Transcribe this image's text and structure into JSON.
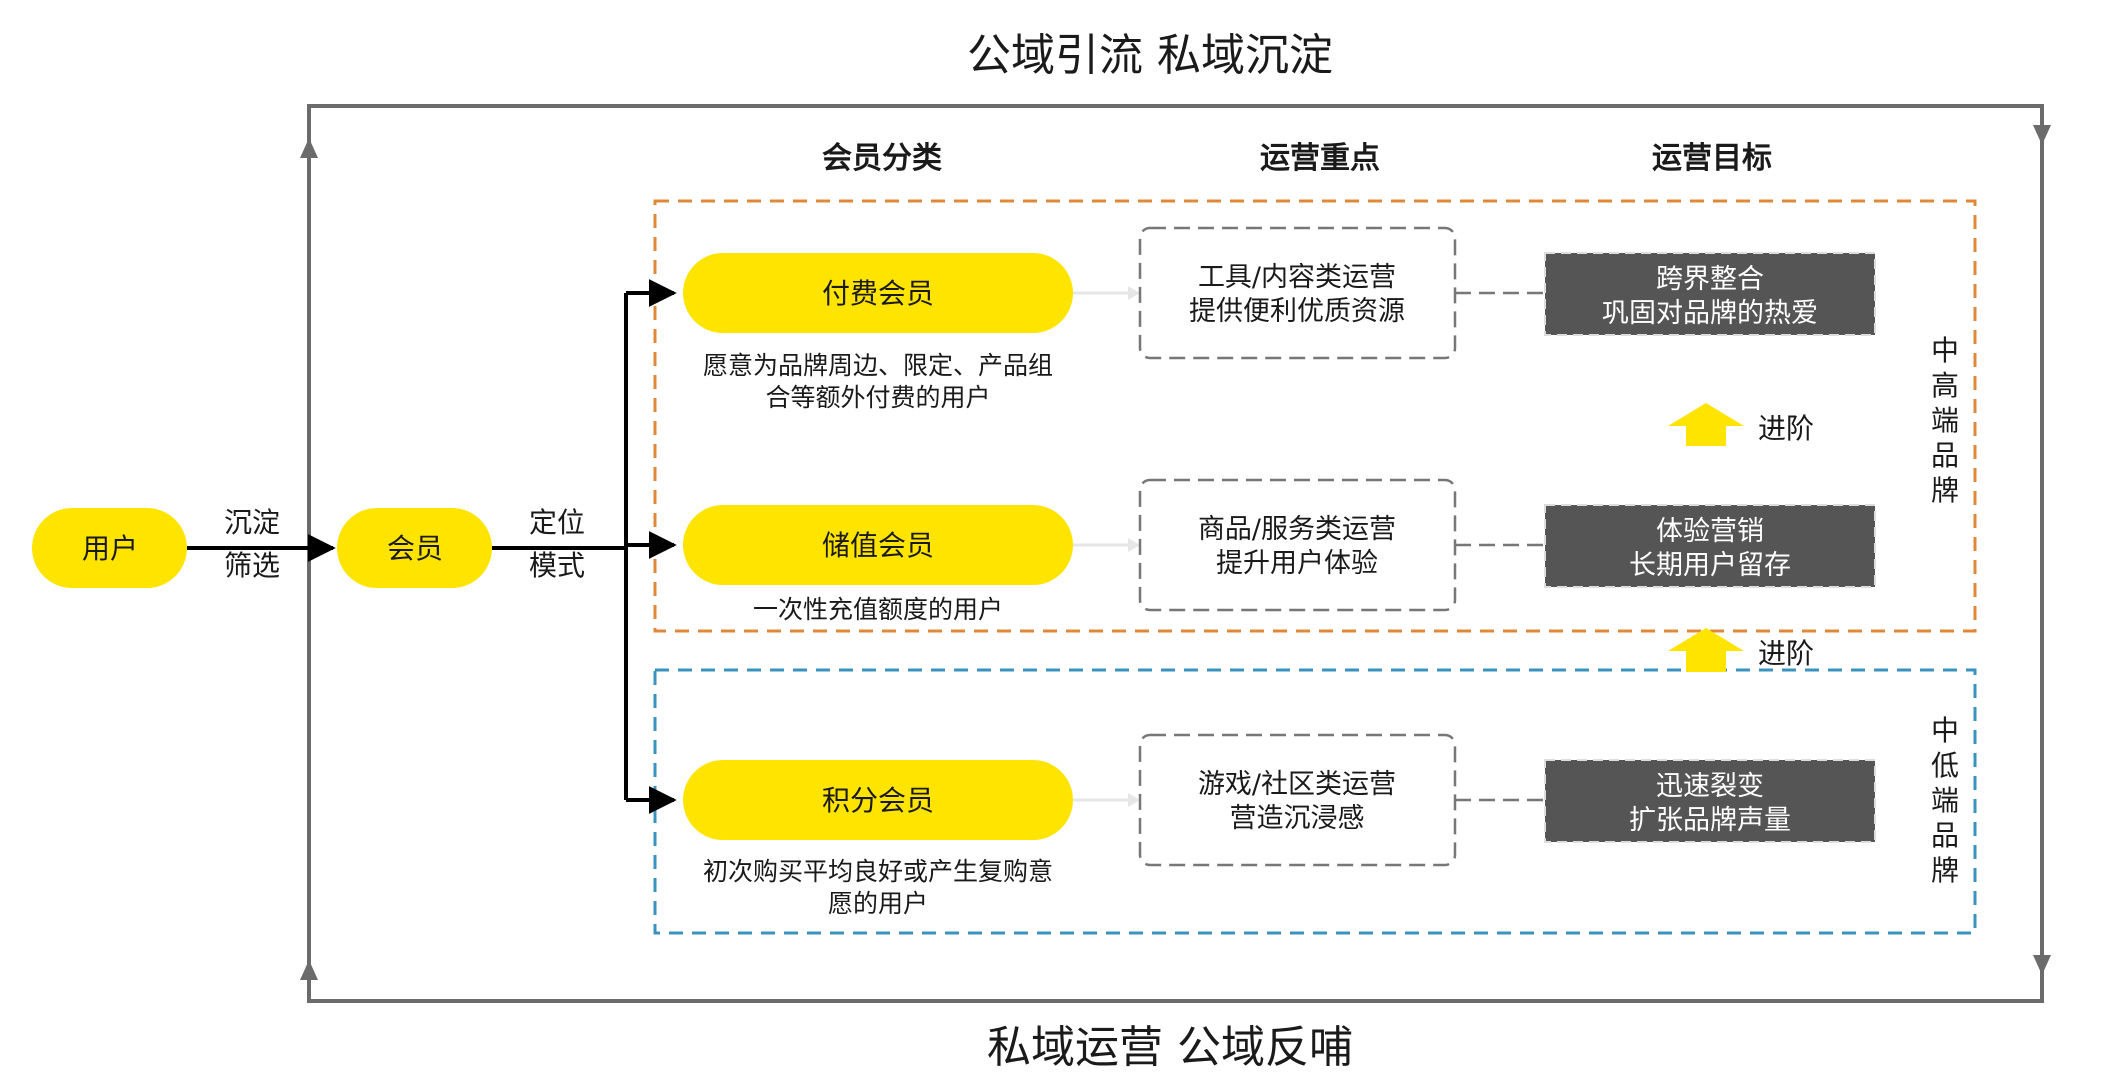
{
  "title_top": "公域引流 私域沉淀",
  "title_bottom": "私域运营 公域反哺",
  "headers": {
    "classification": "会员分类",
    "focus": "运营重点",
    "goal": "运营目标"
  },
  "flow": {
    "user": "用户",
    "step1": [
      "沉淀",
      "筛选"
    ],
    "member": "会员",
    "step2": [
      "定位",
      "模式"
    ]
  },
  "tiers": {
    "high": [
      "中",
      "高",
      "端",
      "品",
      "牌"
    ],
    "low": [
      "中",
      "低",
      "端",
      "品",
      "牌"
    ]
  },
  "advance_label": "进阶",
  "members": [
    {
      "name": "付费会员",
      "desc": [
        "愿意为品牌周边、限定、产品组",
        "合等额外付费的用户"
      ],
      "focus": [
        "工具/内容类运营",
        "提供便利优质资源"
      ],
      "goal": [
        "跨界整合",
        "巩固对品牌的热爱"
      ]
    },
    {
      "name": "储值会员",
      "desc": [
        "一次性充值额度的用户"
      ],
      "focus": [
        "商品/服务类运营",
        "提升用户体验"
      ],
      "goal": [
        "体验营销",
        "长期用户留存"
      ]
    },
    {
      "name": "积分会员",
      "desc": [
        "初次购买平均良好或产生复购意",
        "愿的用户"
      ],
      "focus": [
        "游戏/社区类运营",
        "营造沉浸感"
      ],
      "goal": [
        "迅速裂变",
        "扩张品牌声量"
      ]
    }
  ],
  "colors": {
    "pill": "#FFE400",
    "goal_box": "#555555",
    "high_border": "#E0883A",
    "low_border": "#3A93BF",
    "frame": "#6b6b6b",
    "advance_arrow": "#FFE400"
  }
}
